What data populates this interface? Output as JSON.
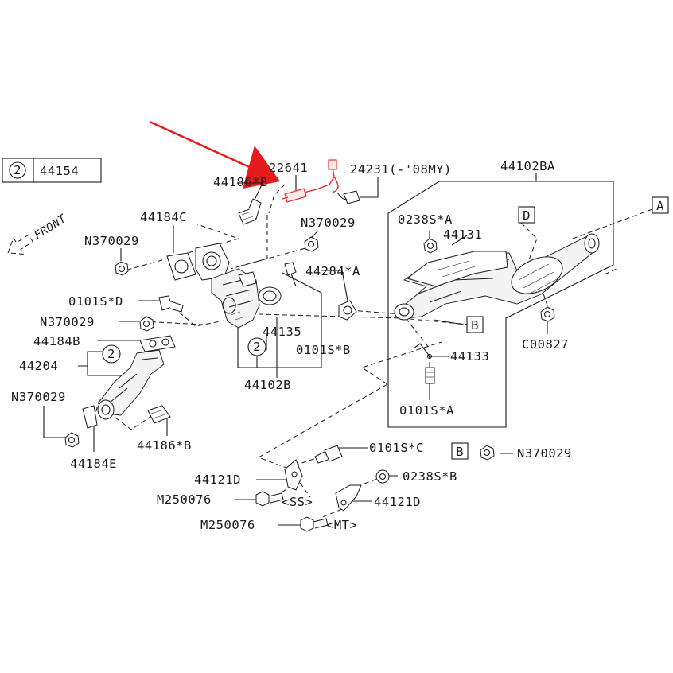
{
  "legend": {
    "ref_number": "2",
    "part_number": "44154"
  },
  "front_label": "FRONT",
  "labels": {
    "p22641": "22641",
    "p24231": "24231(-'08MY)",
    "p44102BA": "44102BA",
    "p44186B_top": "44186*B",
    "p44184C": "44184C",
    "p0238SA": "0238S*A",
    "p44131": "44131",
    "pN370029_mid": "N370029",
    "pN370029_left": "N370029",
    "p44284A": "44284*A",
    "p0101SD": "0101S*D",
    "pN370029_l2": "N370029",
    "p44184B": "44184B",
    "p44135": "44135",
    "p0101SB": "0101S*B",
    "p44204": "44204",
    "p44133": "44133",
    "pC00827": "C00827",
    "p44102B": "44102B",
    "pN370029_l3": "N370029",
    "p0101SA": "0101S*A",
    "p44186B_bot": "44186*B",
    "p44184E": "44184E",
    "p0101SC": "0101S*C",
    "pN370029_right": "N370029",
    "p44121D_left": "44121D",
    "p0238SB": "0238S*B",
    "pM250076_1": "M250076",
    "pSS": "<SS>",
    "p44121D_right": "44121D",
    "pM250076_2": "M250076",
    "pMT": "<MT>"
  },
  "ref_circles": [
    "2",
    "2",
    "2"
  ],
  "ref_boxes": {
    "A": "A",
    "B": "B",
    "D": "D",
    "B2": "B"
  },
  "colors": {
    "line": "#1a1a1a",
    "highlight": "#e61b1b"
  },
  "icons": [
    "front-arrow-icon",
    "red-pointer-arrow-icon"
  ]
}
